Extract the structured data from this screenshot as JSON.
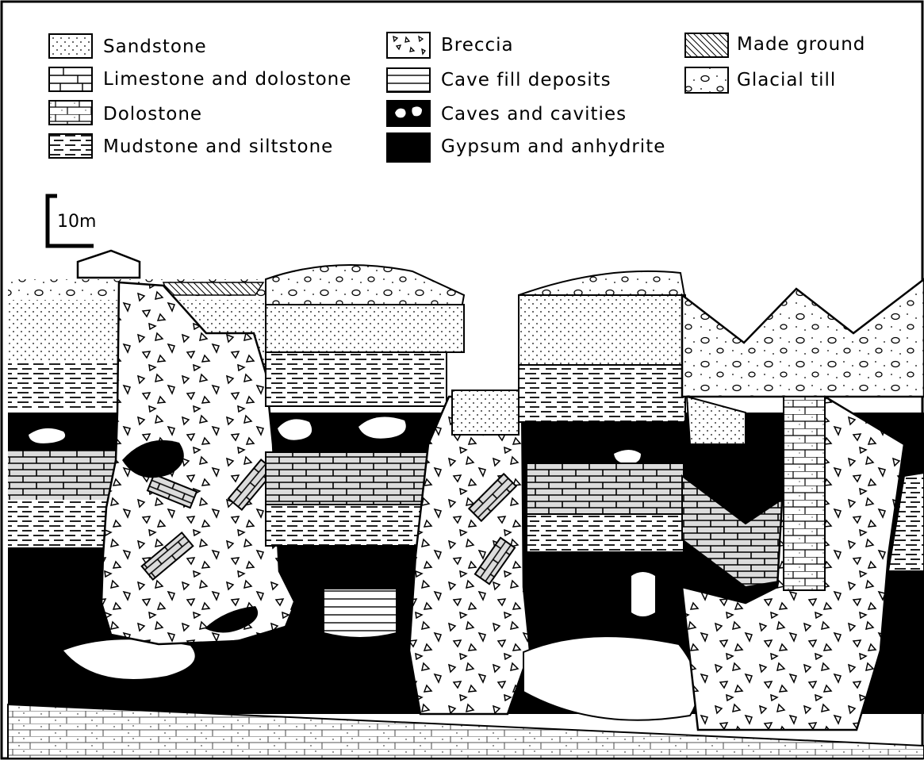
{
  "legend": {
    "sandstone": "Sandstone",
    "limestone_dolostone": "Limestone and dolostone",
    "dolostone": "Dolostone",
    "mudstone_siltstone": "Mudstone and siltstone",
    "breccia": "Breccia",
    "cave_fill": "Cave fill deposits",
    "caves_cavities": "Caves and cavities",
    "gypsum_anhydrite": "Gypsum and anhydrite",
    "made_ground": "Made ground",
    "glacial_till": "Glacial till"
  },
  "scale_bar": {
    "label": "10m"
  },
  "colors": {
    "ink": "#000000",
    "paper": "#ffffff",
    "limestone_fill": "#d8d8d8"
  }
}
